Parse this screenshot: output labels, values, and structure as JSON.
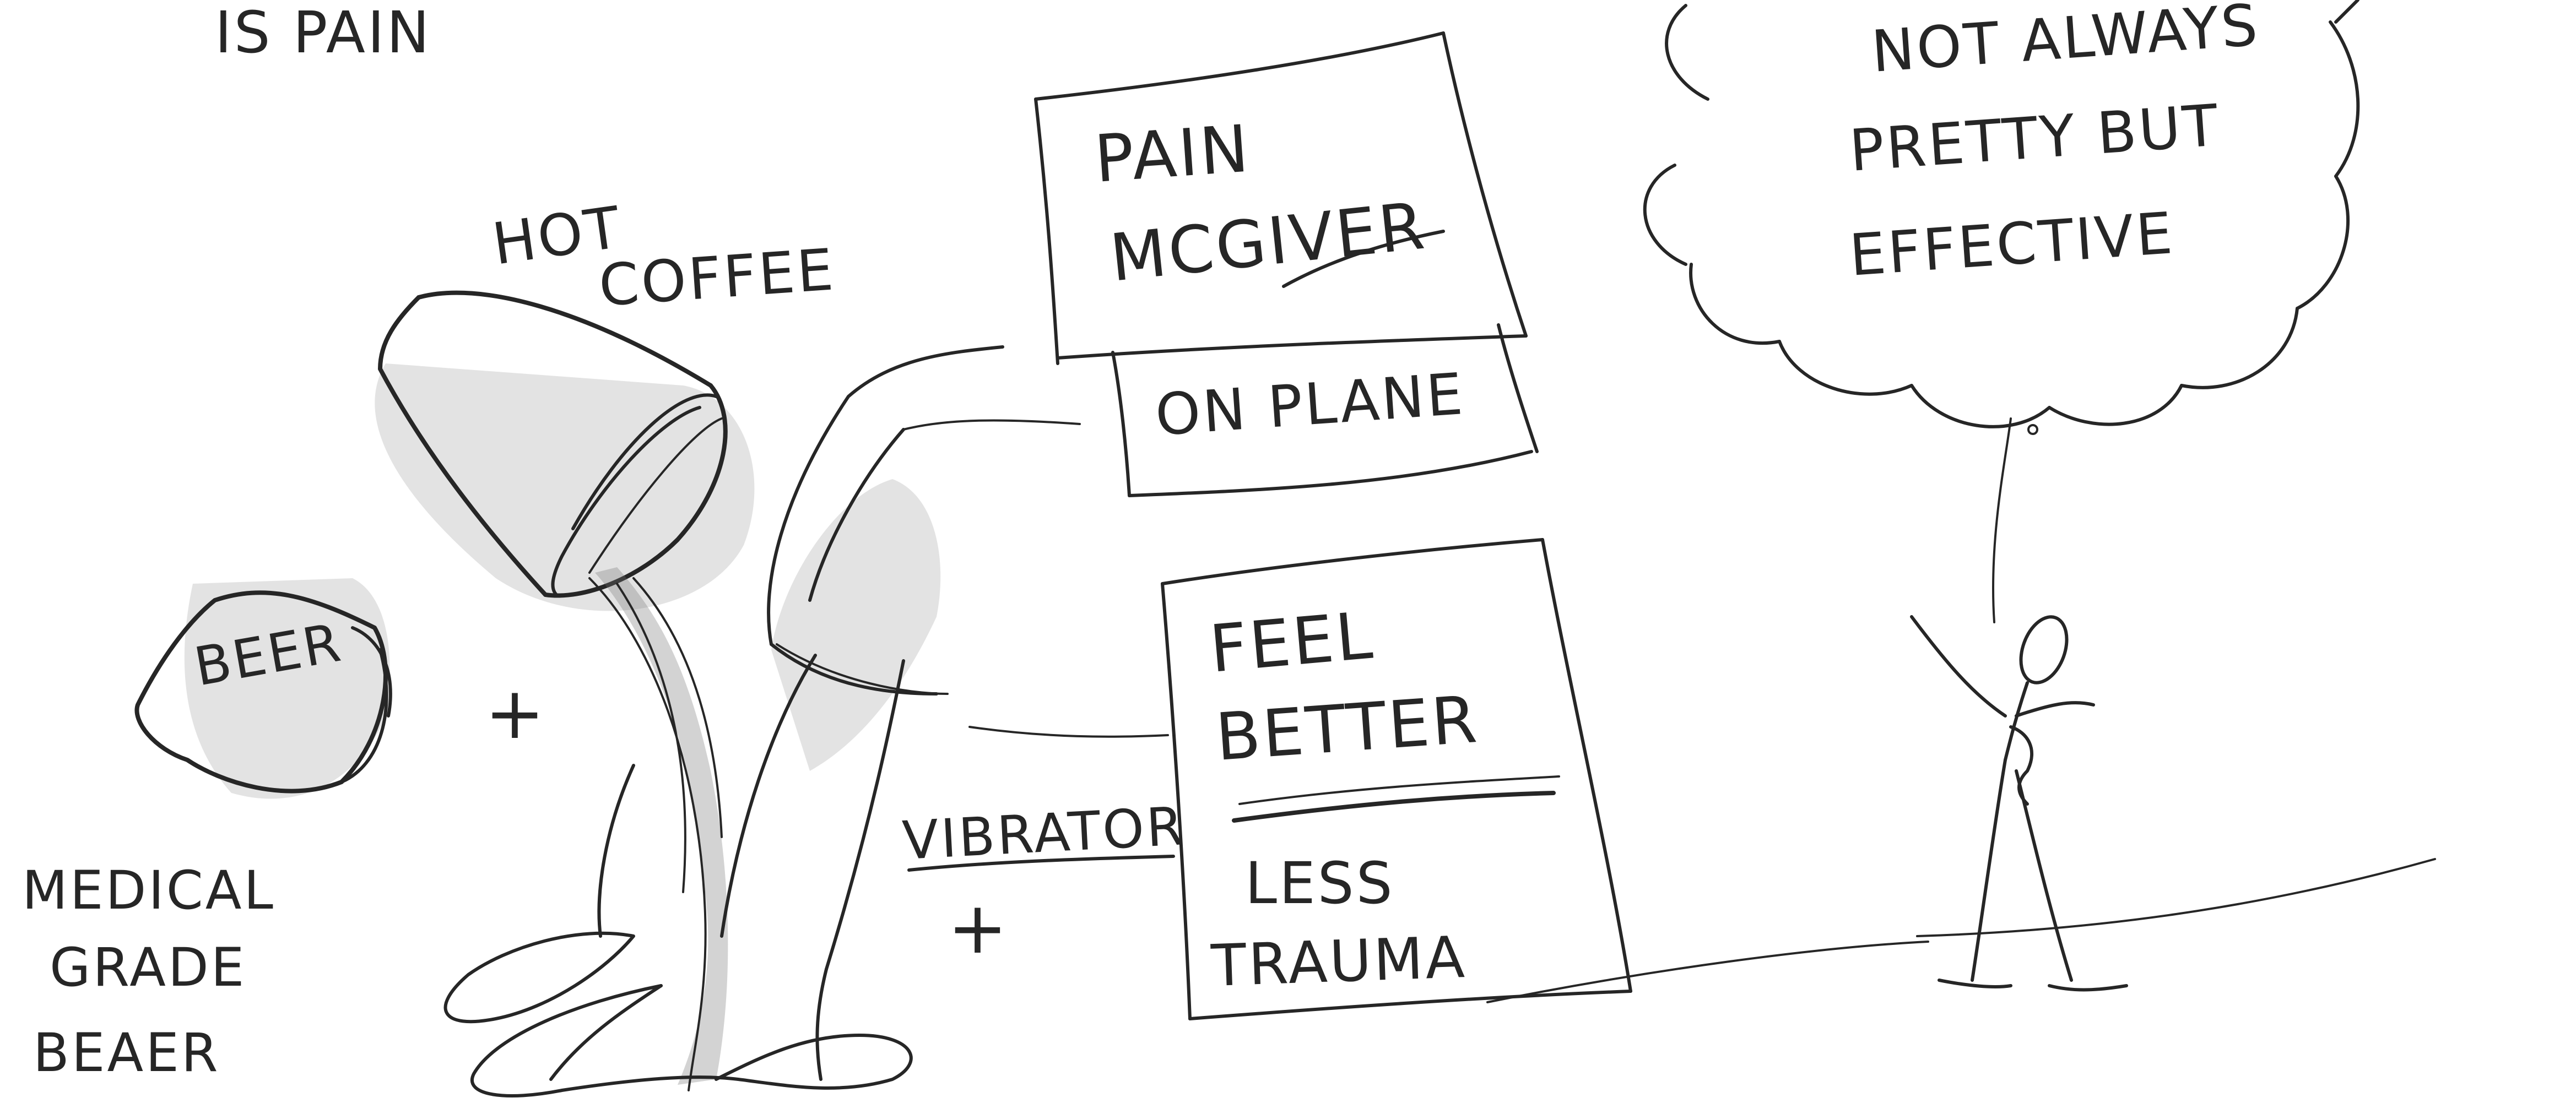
{
  "labels": {
    "header_line": "IS PAIN",
    "hot_coffee_line1": "HOT",
    "hot_coffee_line2": "COFFEE",
    "beer": "BEER",
    "medical_line1": "MEDICAL",
    "medical_line2": "GRADE",
    "medical_line3": "BEAER",
    "pain_mcgiver_line1": "PAIN",
    "pain_mcgiver_line2": "MCGIVER",
    "on_plane": "ON PLANE",
    "feel_better_line1": "FEEL",
    "feel_better_line2": "BETTER",
    "less_trauma_line1": "LESS",
    "less_trauma_line2": "TRAUMA",
    "vibrator": "VIBRATOR",
    "plus_1": "+",
    "plus_2": "+",
    "thought_line1": "NOT ALWAYS",
    "thought_line2": "PRETTY BUT",
    "thought_line3": "EFFECTIVE"
  }
}
